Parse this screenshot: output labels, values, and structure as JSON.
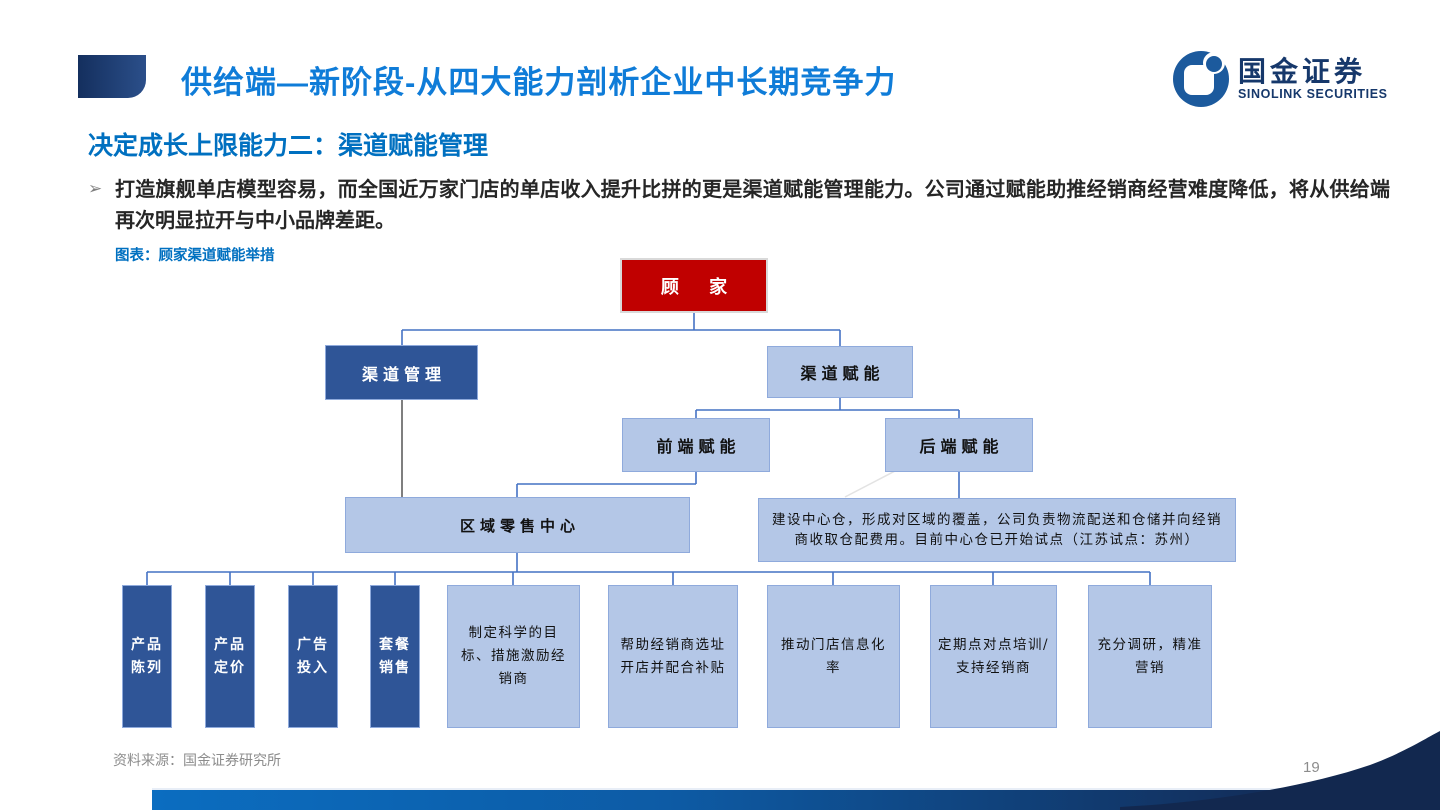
{
  "header": {
    "title": "供给端—新阶段-从四大能力剖析企业中长期竞争力",
    "logo_cn": "国金证券",
    "logo_en": "SINOLINK SECURITIES"
  },
  "section": {
    "subtitle": "决定成长上限能力二：渠道赋能管理",
    "bullet_marker": "➢",
    "bullet": "打造旗舰单店模型容易，而全国近万家门店的单店收入提升比拼的更是渠道赋能管理能力。公司通过赋能助推经销商经营难度降低，将从供给端再次明显拉开与中小品牌差距。",
    "figure_label": "图表：顾家渠道赋能举措"
  },
  "diagram": {
    "root": "顾 家",
    "channel_mgmt": "渠道管理",
    "channel_enable": "渠道赋能",
    "front_enable": "前端赋能",
    "back_enable": "后端赋能",
    "retail_center": "区域零售中心",
    "warehouse_note": "建设中心仓，形成对区域的覆盖，公司负责物流配送和仓储并向经销商收取仓配费用。目前中心仓已开始试点（江苏试点：苏州）",
    "pillars": [
      {
        "label": "产品\n陈列"
      },
      {
        "label": "产品\n定价"
      },
      {
        "label": "广告\n投入"
      },
      {
        "label": "套餐\n销售"
      }
    ],
    "measures": [
      {
        "label": "制定科学的目标、措施激励经销商"
      },
      {
        "label": "帮助经销商选址开店并配合补贴"
      },
      {
        "label": "推动门店信息化率"
      },
      {
        "label": "定期点对点培训/支持经销商"
      },
      {
        "label": "充分调研，精准营销"
      }
    ]
  },
  "footer": {
    "source": "资料来源：国金证券研究所",
    "page": "19"
  },
  "colors": {
    "title_blue": "#0f7cd8",
    "subtitle_blue": "#0070c0",
    "root_red": "#c00000",
    "dark_box": "#2f5597",
    "light_box": "#b4c7e7",
    "box_border": "#8faadc",
    "connector_blue": "#4472c4",
    "connector_gray": "#7f7f7f",
    "bar_left": "#0b6dc0",
    "bar_right": "#132a54"
  }
}
